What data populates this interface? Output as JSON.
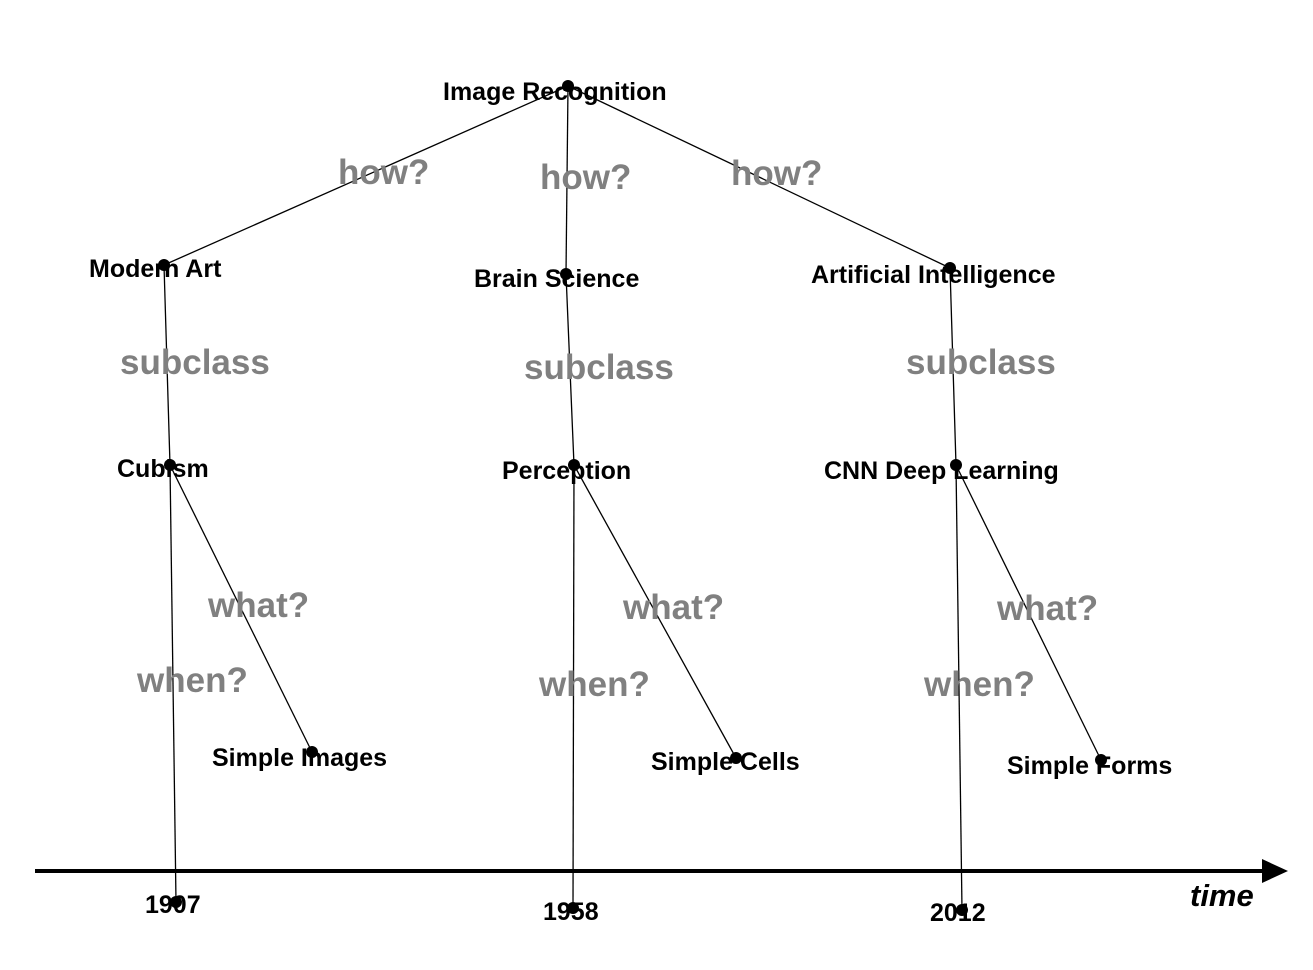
{
  "nodes": {
    "root": "Image Recognition",
    "modern_art": "Modern Art",
    "brain_science": "Brain Science",
    "ai": "Artificial Intelligence",
    "cubism": "Cubism",
    "perception": "Perception",
    "cnn": "CNN Deep Learning",
    "simple_images": "Simple Images",
    "simple_cells": "Simple Cells",
    "simple_forms": "Simple Forms"
  },
  "edge_labels": {
    "how_left": "how?",
    "how_middle": "how?",
    "how_right": "how?",
    "subclass_left": "subclass",
    "subclass_middle": "subclass",
    "subclass_right": "subclass",
    "what_left": "what?",
    "what_middle": "what?",
    "what_right": "what?",
    "when_left": "when?",
    "when_middle": "when?",
    "when_right": "when?"
  },
  "timeline": {
    "years": [
      "1907",
      "1958",
      "2012"
    ],
    "axis_label": "time"
  },
  "colors": {
    "edge_label": "#808080",
    "node_label": "#000000",
    "line": "#000000"
  }
}
